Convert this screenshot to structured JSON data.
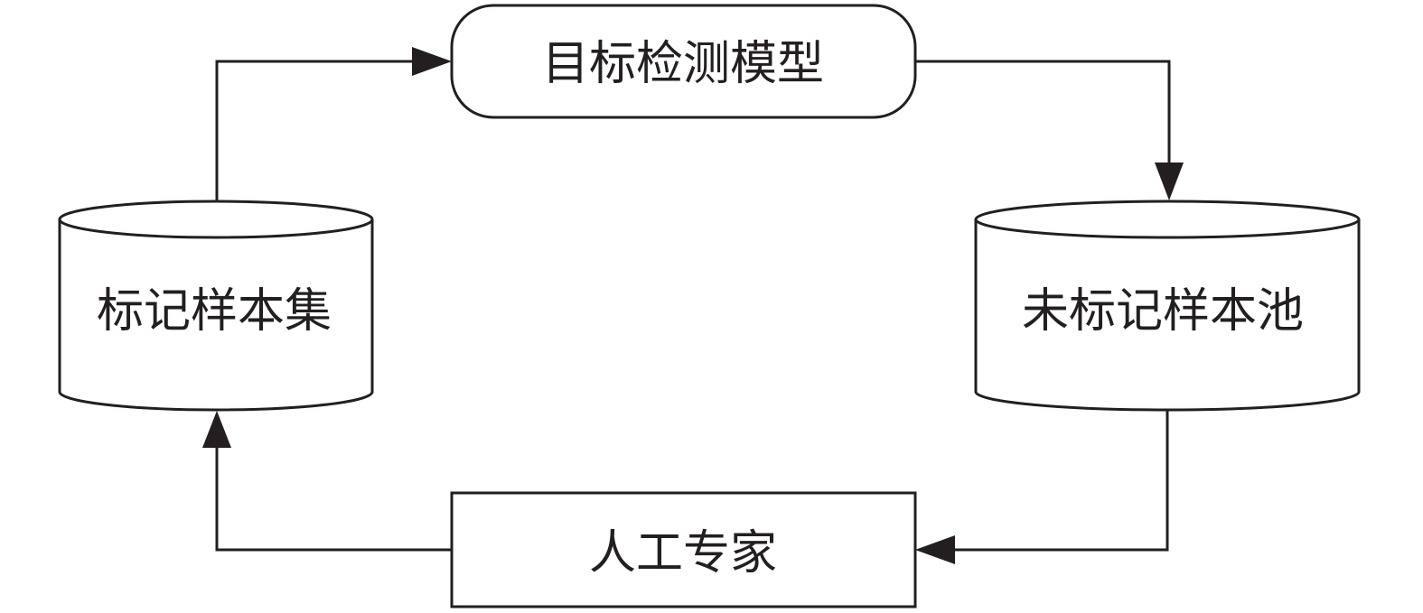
{
  "nodes": {
    "model": {
      "label": "目标检测模型",
      "shape": "rounded-rectangle"
    },
    "unlabeled_pool": {
      "label": "未标记样本池",
      "shape": "cylinder"
    },
    "human_expert": {
      "label": "人工专家",
      "shape": "rectangle"
    },
    "labeled_set": {
      "label": "标记样本集",
      "shape": "cylinder"
    }
  },
  "edges": [
    {
      "from": "labeled_set",
      "to": "model"
    },
    {
      "from": "model",
      "to": "unlabeled_pool"
    },
    {
      "from": "unlabeled_pool",
      "to": "human_expert"
    },
    {
      "from": "human_expert",
      "to": "labeled_set"
    }
  ],
  "colors": {
    "stroke": "#231f20",
    "background": "#ffffff"
  }
}
